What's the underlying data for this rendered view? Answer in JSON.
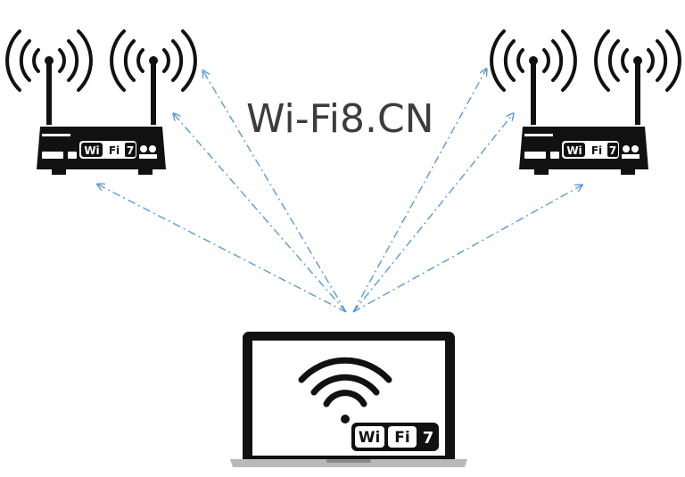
{
  "title": "Wi-Fi8.CN",
  "badge": {
    "wi": "Wi",
    "fi": "Fi",
    "seven": "7"
  },
  "colors": {
    "arrow": "#5b9bd5",
    "device": "#111111",
    "background": "#ffffff"
  }
}
